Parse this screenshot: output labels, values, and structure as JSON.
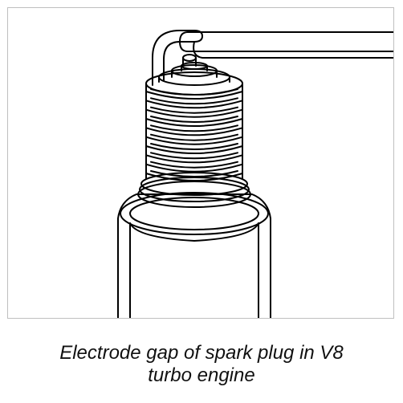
{
  "caption": {
    "line1": "Electrode gap of spark plug in V8",
    "line2": "turbo engine"
  },
  "colors": {
    "stroke": "#000000",
    "frame_border": "#bfbfbf",
    "background": "#ffffff",
    "caption_text": "#111111"
  },
  "diagram": {
    "subject": "spark plug with feeler gauge",
    "thread_ring_count": 10
  }
}
